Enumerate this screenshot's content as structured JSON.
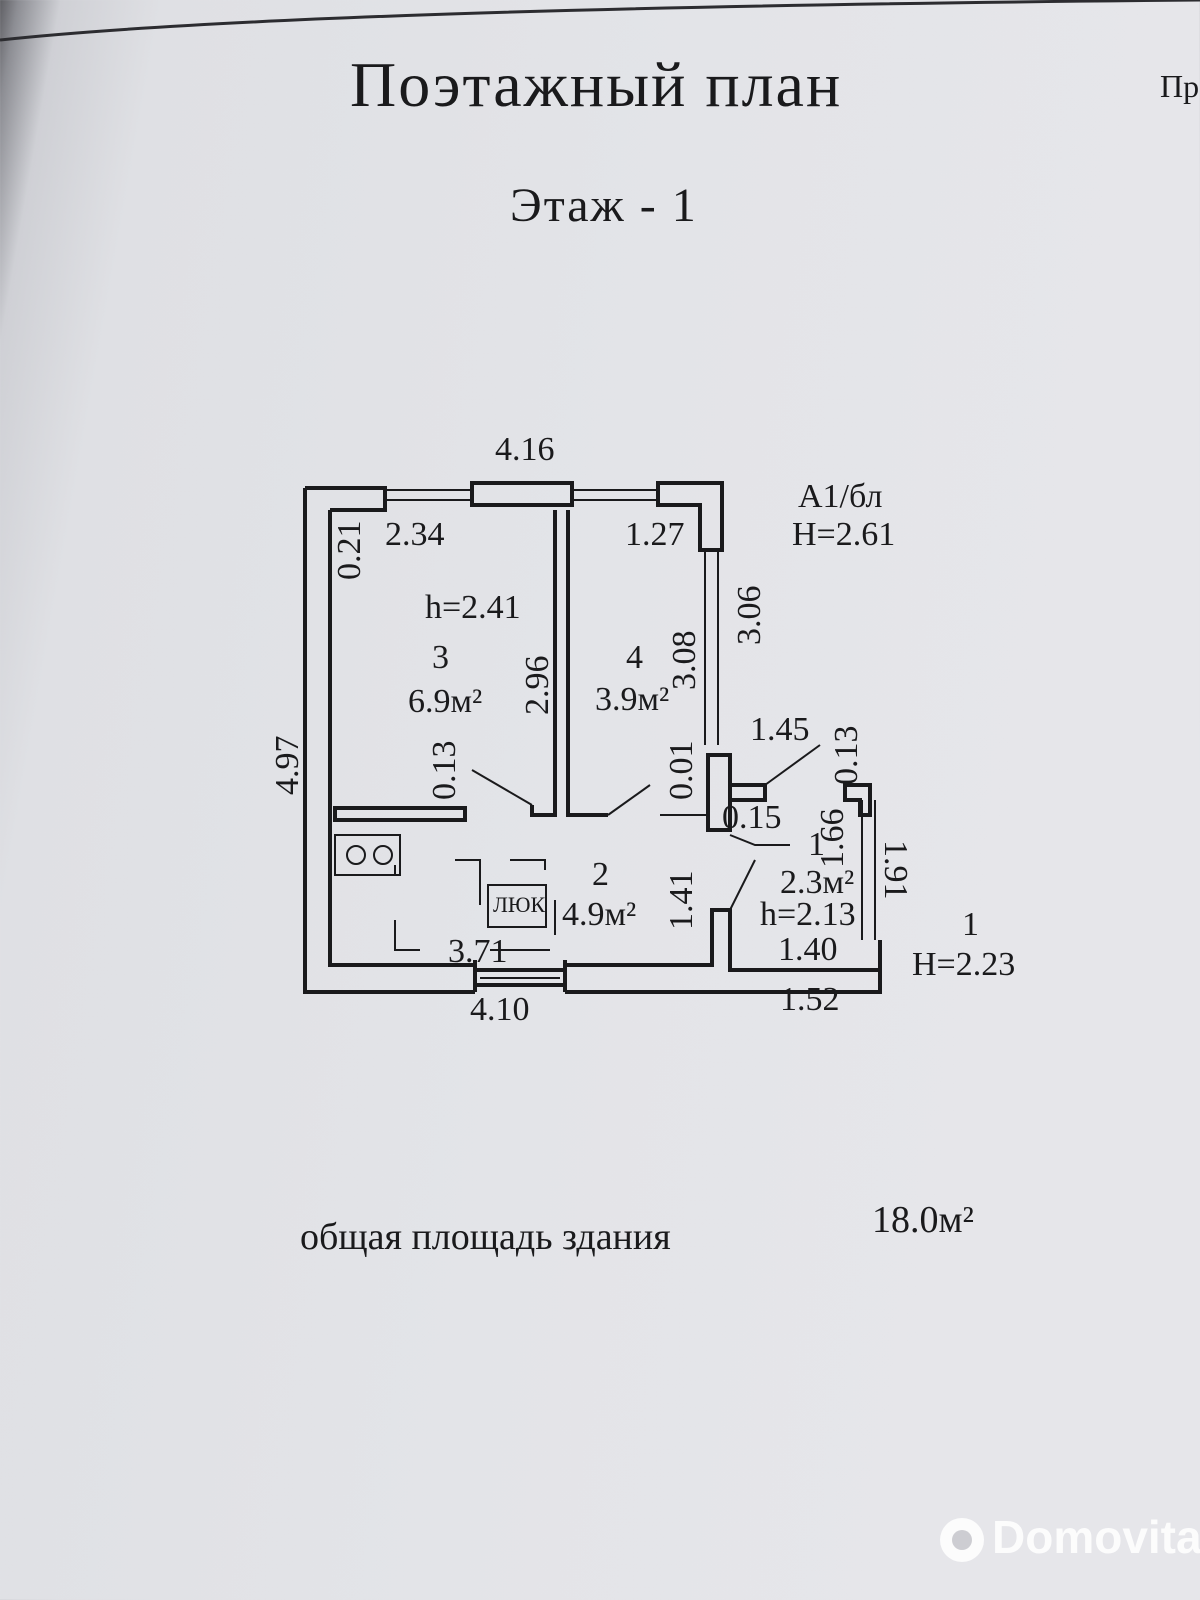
{
  "header": {
    "title": "Поэтажный план",
    "corner_text": "Пр",
    "floor": "Этаж  -  1"
  },
  "plan": {
    "dims": {
      "top_total": "4.16",
      "left_total": "4.97",
      "bottom_total": "4.10",
      "r3_top": "2.34",
      "r3_wall": "0.21",
      "r3_right": "2.96",
      "r3_lower": "0.13",
      "r4_top": "1.27",
      "r4_right_outer": "3.06",
      "r4_right_inner": "3.08",
      "r4_lower": "0.01",
      "r2_right": "1.41",
      "r2_bottom": "3.71",
      "r1_top": "1.45",
      "r1_wall_a": "0.13",
      "r1_wall_b": "0.15",
      "r1_right_inner": "1.66",
      "r1_right_outer": "1.91",
      "r1_bottom_inner": "1.40",
      "r1_bottom_outer": "1.52"
    },
    "rooms": {
      "r3": {
        "number": "3",
        "area": "6.9м²",
        "height": "h=2.41"
      },
      "r4": {
        "number": "4",
        "area": "3.9м²"
      },
      "r2": {
        "number": "2",
        "area": "4.9м²",
        "hatch": "ЛЮК"
      },
      "r1": {
        "number": "1",
        "area": "2.3м²",
        "height": "h=2.13"
      }
    },
    "building_labels": {
      "main_code": "А1/бл",
      "main_height": "Н=2.61",
      "annex_code": "1",
      "annex_height": "Н=2.23"
    }
  },
  "footer": {
    "total_label": "общая площадь  здания",
    "total_value": "18.0м²"
  },
  "watermark": "Domovita"
}
